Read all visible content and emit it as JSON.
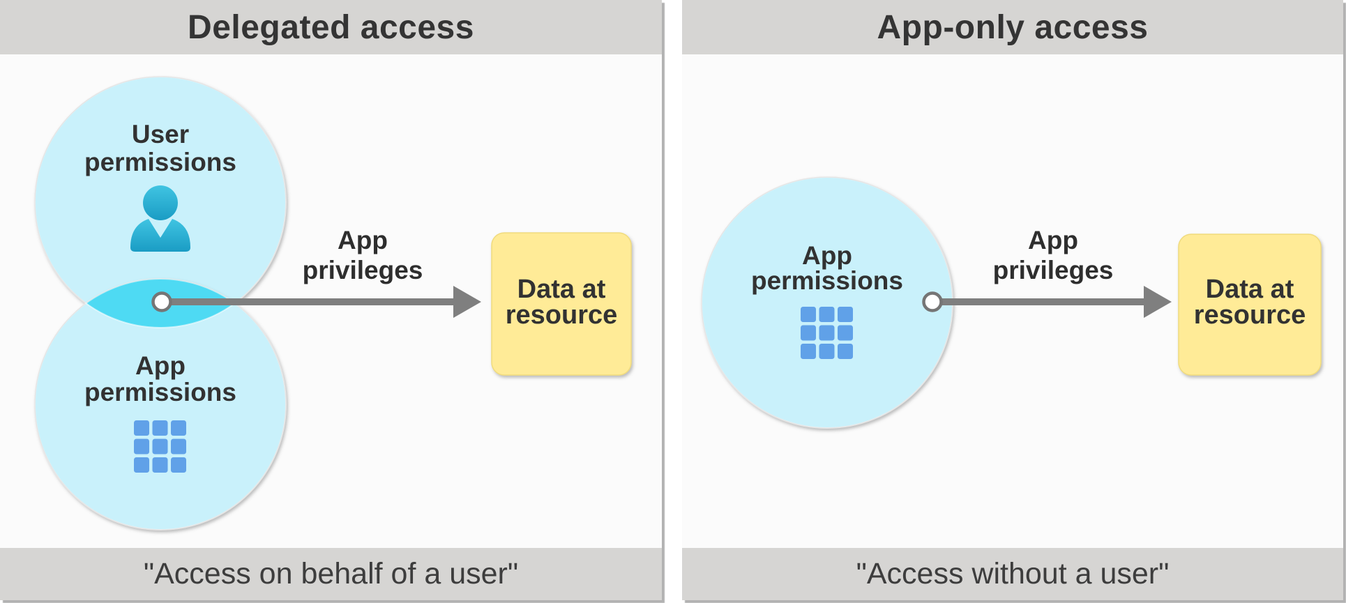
{
  "panels": [
    {
      "title": "Delegated access",
      "caption": "\"Access on behalf of a user\"",
      "circles": [
        {
          "line1": "User",
          "line2": "permissions",
          "icon": "user-icon"
        },
        {
          "line1": "App",
          "line2": "permissions",
          "icon": "app-grid-icon"
        }
      ],
      "arrow": {
        "line1": "App",
        "line2": "privileges"
      },
      "box": {
        "line1": "Data at",
        "line2": "resource"
      }
    },
    {
      "title": "App-only access",
      "caption": "\"Access without a user\"",
      "circles": [
        {
          "line1": "App",
          "line2": "permissions",
          "icon": "app-grid-icon"
        }
      ],
      "arrow": {
        "line1": "App",
        "line2": "privileges"
      },
      "box": {
        "line1": "Data at",
        "line2": "resource"
      }
    }
  ],
  "colors": {
    "header_bar": "#d6d5d3",
    "panel_body": "#fbfbfb",
    "circle_fill": "#c9f1fb",
    "overlap_fill": "#4edaf3",
    "box_fill": "#ffeb97",
    "box_border": "#f0db7d",
    "arrow_gray": "#7f7f7f",
    "person_teal_top": "#40c4e2",
    "person_teal_bottom": "#1a9cc4",
    "grid_blue_top": "#60a1e8",
    "grid_blue_bottom": "#0d6fd0",
    "label_dark": "#323232"
  }
}
